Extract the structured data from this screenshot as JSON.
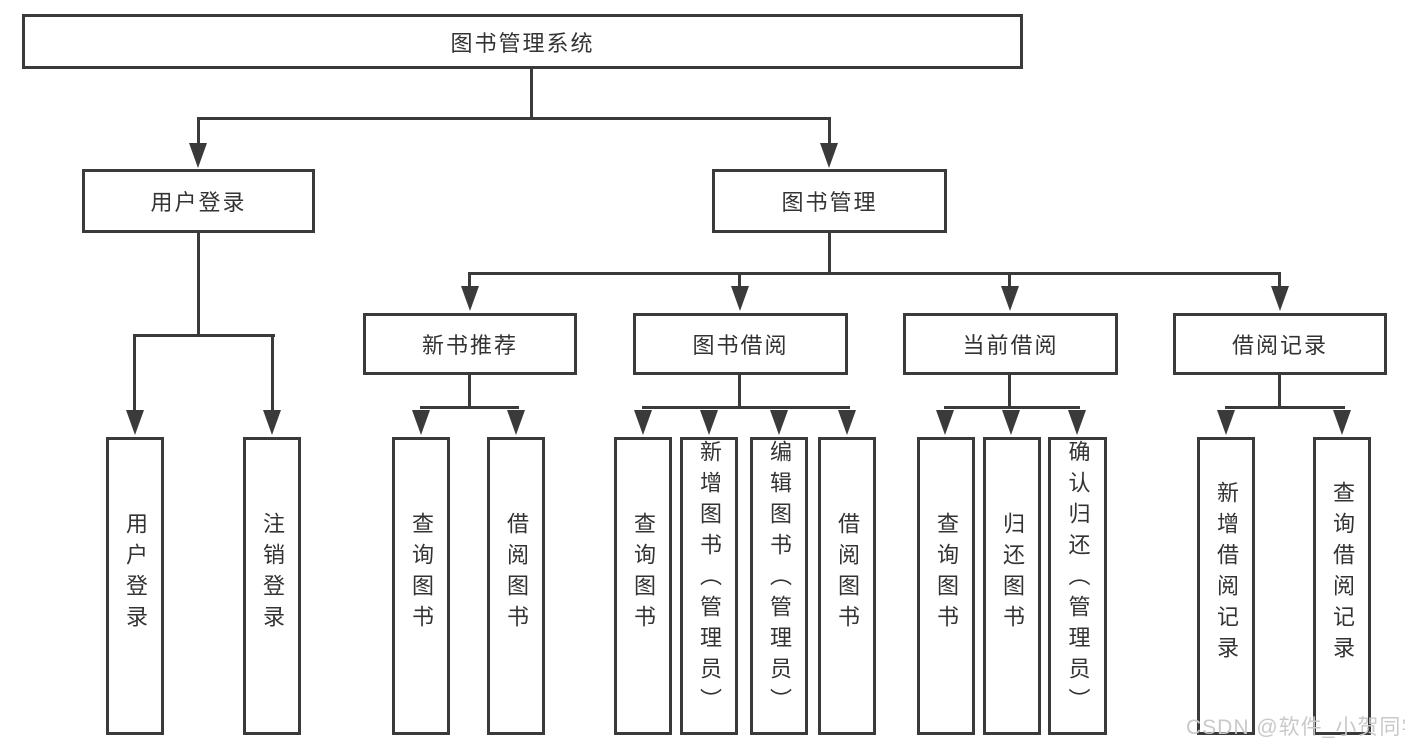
{
  "title": "图书管理系统",
  "level2": [
    {
      "label": "用户登录"
    },
    {
      "label": "图书管理"
    }
  ],
  "level3": [
    {
      "label": "新书推荐"
    },
    {
      "label": "图书借阅"
    },
    {
      "label": "当前借阅"
    },
    {
      "label": "借阅记录"
    }
  ],
  "leaves": [
    {
      "label": "用户登录"
    },
    {
      "label": "注销登录"
    },
    {
      "label": "查询图书"
    },
    {
      "label": "借阅图书"
    },
    {
      "label": "查询图书"
    },
    {
      "label": "新增图书（管理员）"
    },
    {
      "label": "编辑图书（管理员）"
    },
    {
      "label": "借阅图书"
    },
    {
      "label": "查询图书"
    },
    {
      "label": "归还图书"
    },
    {
      "label": "确认归还（管理员）"
    },
    {
      "label": "新增借阅记录"
    },
    {
      "label": "查询借阅记录"
    }
  ],
  "watermark": "CSDN @软件_小贺同学",
  "colors": {
    "line": "#3a3a3a",
    "text": "#333333",
    "background": "#ffffff",
    "watermark": "#c9c9c9"
  }
}
